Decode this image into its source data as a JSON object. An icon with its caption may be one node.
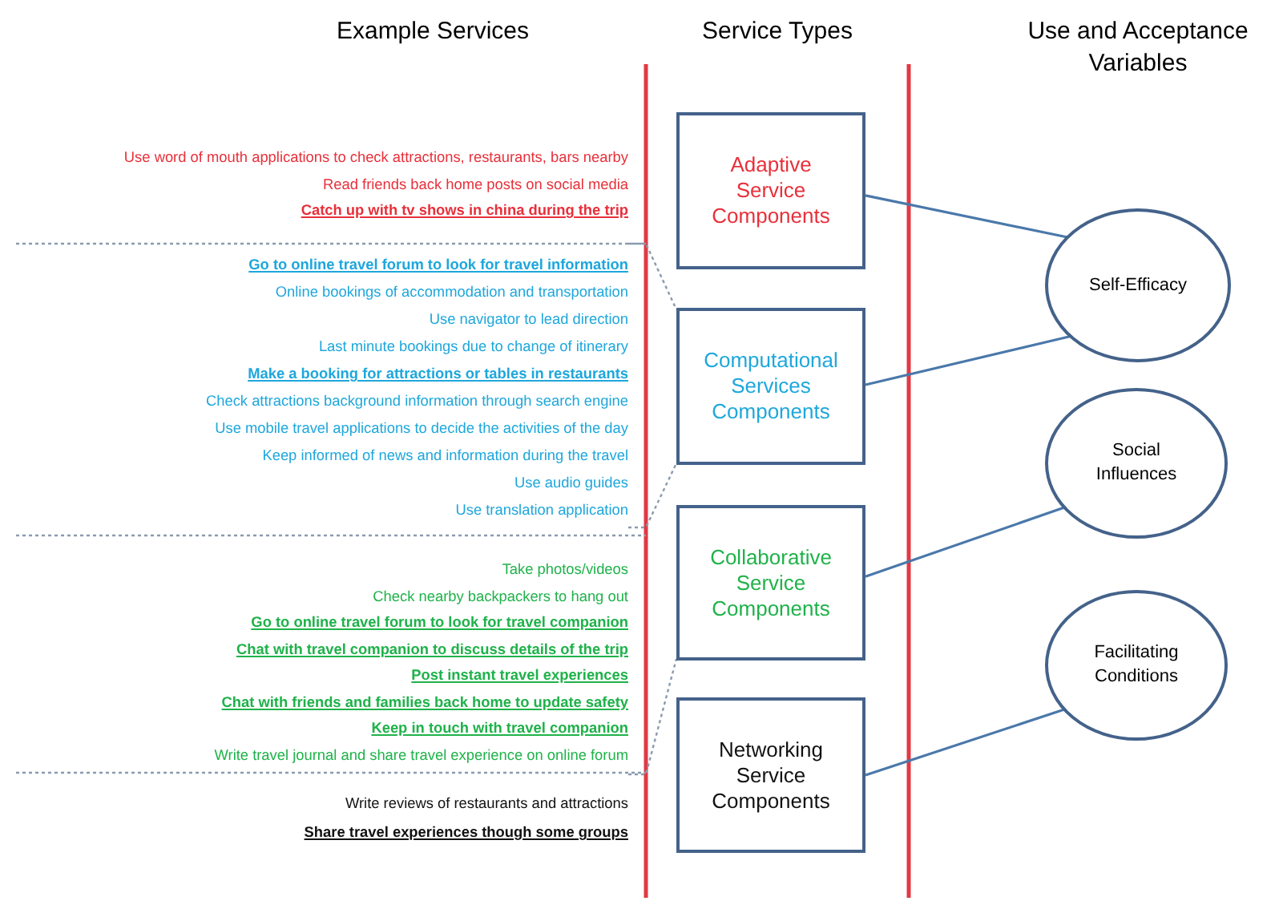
{
  "diagram": {
    "nodes": [
      {
        "text": [
          "Use word of mouth applications to check attractions, restaurants, bars nearby",
          "Read friends back home posts on social media",
          "Catch up with tv shows in china during the trip"
        ]
      },
      {
        "text": [
          "Go to online travel forum to look for travel information",
          "Online bookings of accommodation and transportation",
          "Use navigator to lead direction",
          "Last minute bookings due to change of itinerary",
          "Make a booking for attractions or tables in restaurants",
          "Check attractions background information through search engine",
          "Use mobile travel applications to decide the activities of the day",
          "Keep informed of news and information during the travel",
          "Use audio guides",
          "Use translation application"
        ]
      },
      {
        "text": [
          "Take photos/videos",
          "Check nearby backpackers to hang out",
          "Go to online travel forum to look for travel companion",
          "Chat with travel companion to discuss details of the trip",
          "Post instant travel experiences",
          "Chat with friends and families back home to update safety",
          "Keep in touch with travel companion",
          "Write travel journal and share travel experience on online forum"
        ]
      },
      {
        "text": [
          "Write reviews of restaurants and attractions",
          "Share travel experiences though some groups"
        ]
      },
      {
        "text": [
          "Adaptive Service Components"
        ]
      },
      {
        "text": [
          "Computational Services Components"
        ]
      },
      {
        "text": [
          "Collaborative Service Components"
        ]
      },
      {
        "text": [
          "Networking Service Components"
        ]
      },
      {
        "text": [
          "Self-Efficacy"
        ]
      },
      {
        "text": [
          "Social Influences"
        ]
      },
      {
        "text": [
          "Facilitating Conditions"
        ]
      }
    ],
    "edges": [
      {
        "from": 1,
        "to": 5,
        "arrow": "none",
        "style": "dashed",
        "color": "#8a9bb0"
      },
      {
        "from": 1,
        "to": 5,
        "arrow": "none",
        "style": "dashed",
        "color": "#8a9bb0"
      },
      {
        "from": 2,
        "to": 6,
        "arrow": "none",
        "style": "dashed",
        "color": "#8a9bb0"
      },
      {
        "from": 4,
        "to": 8,
        "arrow": "none"
      },
      {
        "from": 5,
        "to": 8,
        "arrow": "none"
      },
      {
        "from": 6,
        "to": 9,
        "arrow": "none"
      },
      {
        "from": 7,
        "to": 10,
        "arrow": "none"
      }
    ],
    "labels": [
      "Example Services",
      "Service Types",
      "Use and Acceptance Variables"
    ]
  }
}
